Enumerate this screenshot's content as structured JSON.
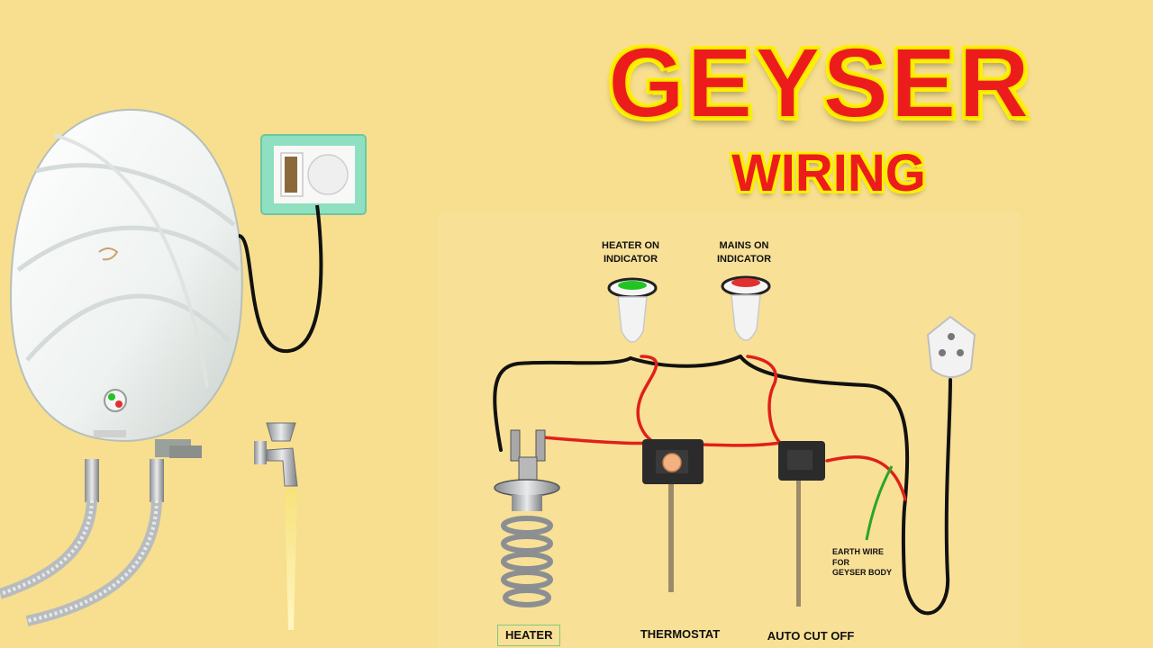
{
  "title": "GEYSER",
  "subtitle": "WIRING",
  "labels": {
    "heater_indicator": [
      "HEATER ON",
      "INDICATOR"
    ],
    "mains_indicator": [
      "MAINS ON",
      "INDICATOR"
    ],
    "heater": "HEATER",
    "thermostat": "THERMOSTAT",
    "auto_cut_off": "AUTO CUT OFF",
    "earth_wire": [
      "EARTH WIRE",
      "FOR",
      "GEYSER BODY"
    ]
  },
  "colors": {
    "background": "#f7df8f",
    "title": "#ed1c1c",
    "title_outline": "#ffef00",
    "live_wire": "#e0201a",
    "neutral_wire": "#111111",
    "earth_wire": "#2aa52a",
    "heater_lamp": "#22c422",
    "mains_lamp": "#e03030"
  },
  "icons": [
    "geyser-icon",
    "wall-switch-icon",
    "water-tap-icon",
    "three-pin-plug-icon",
    "heater-element-icon",
    "thermostat-icon",
    "auto-cutoff-icon",
    "indicator-lamp-icon"
  ]
}
